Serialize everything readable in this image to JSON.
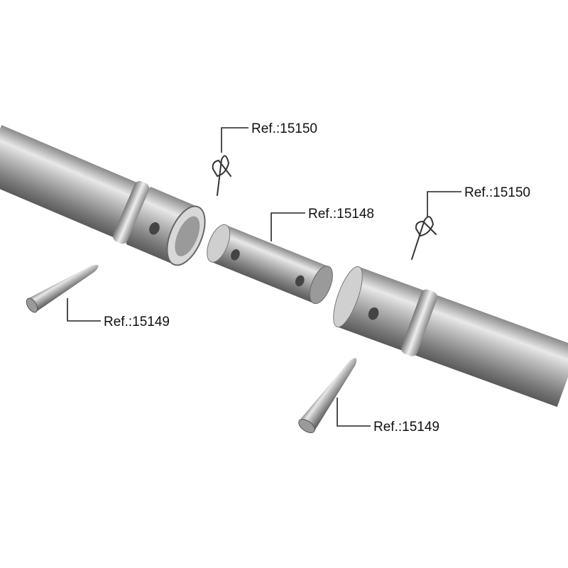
{
  "labels": {
    "clip_top": "Ref.:15150",
    "clip_right": "Ref.:15150",
    "connector": "Ref.:15148",
    "pin_left": "Ref.:15149",
    "pin_right": "Ref.:15149"
  },
  "colors": {
    "metal_light": "#e6e6e6",
    "metal_dark": "#6a6a6a",
    "text": "#111111"
  }
}
